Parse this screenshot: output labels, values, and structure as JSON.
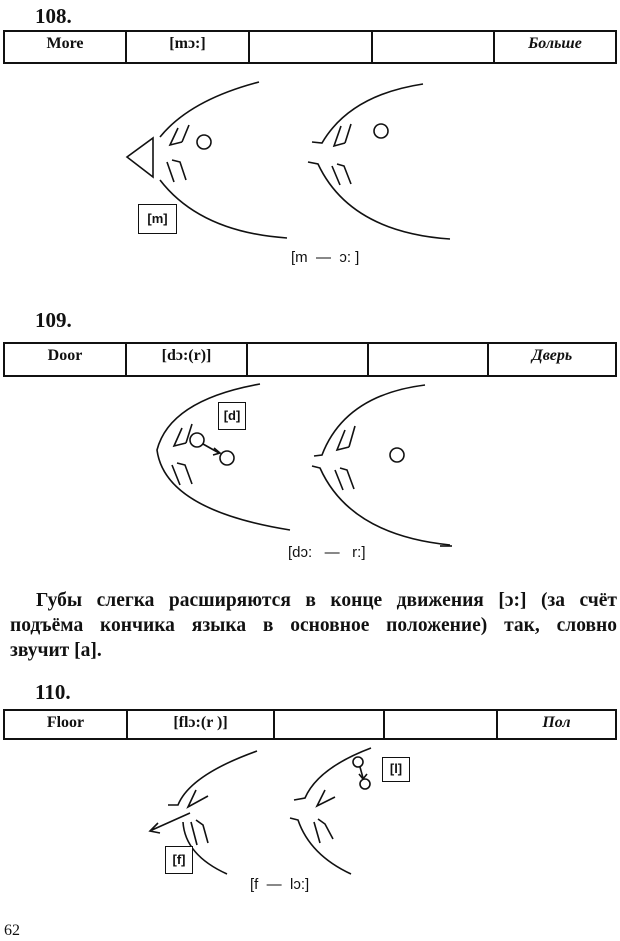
{
  "sections": [
    {
      "number": "108.",
      "cells": [
        "More",
        "[mɔ:]",
        "",
        "",
        "Больше"
      ],
      "box_label": "[m]",
      "transcription": "[m  —  ɔ: ]"
    },
    {
      "number": "109.",
      "cells": [
        "Door",
        "[dɔ:(r)]",
        "",
        "",
        "Дверь"
      ],
      "box_label": "[d]",
      "transcription": "[dɔ:   —   r:]"
    },
    {
      "number": "110.",
      "cells": [
        "Floor",
        "[flɔ:(r )]",
        "",
        "",
        "Пол"
      ],
      "box_label_f": "[f]",
      "box_label_l": "[l]",
      "transcription": "[f  —  lɔ:]"
    }
  ],
  "paragraph": {
    "lines": [
      "Губы слегка расширяются в конце движения  [ɔ:] (за счёт",
      "подъёма кончика языка в основное положение) так, словно",
      "звучит [a]."
    ]
  },
  "page_number": "62"
}
